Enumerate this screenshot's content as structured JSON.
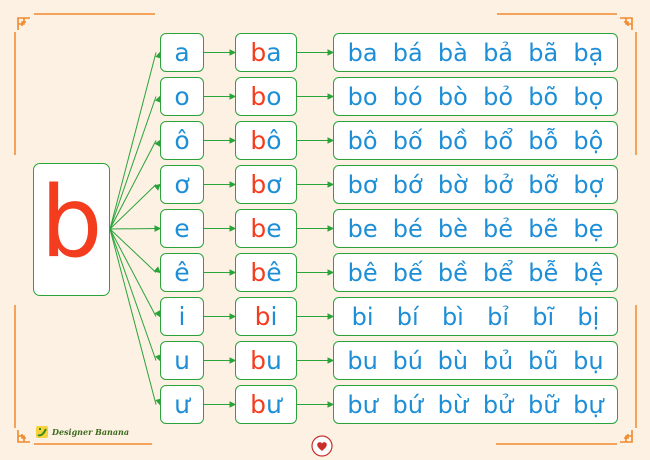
{
  "consonant": "b",
  "rows": [
    {
      "vowel": "a",
      "syllable": "ba",
      "tones": [
        "ba",
        "bá",
        "bà",
        "bả",
        "bã",
        "bạ"
      ]
    },
    {
      "vowel": "o",
      "syllable": "bo",
      "tones": [
        "bo",
        "bó",
        "bò",
        "bỏ",
        "bõ",
        "bọ"
      ]
    },
    {
      "vowel": "ô",
      "syllable": "bô",
      "tones": [
        "bô",
        "bố",
        "bồ",
        "bổ",
        "bỗ",
        "bộ"
      ]
    },
    {
      "vowel": "ơ",
      "syllable": "bơ",
      "tones": [
        "bơ",
        "bớ",
        "bờ",
        "bở",
        "bỡ",
        "bợ"
      ]
    },
    {
      "vowel": "e",
      "syllable": "be",
      "tones": [
        "be",
        "bé",
        "bè",
        "bẻ",
        "bẽ",
        "bẹ"
      ]
    },
    {
      "vowel": "ê",
      "syllable": "bê",
      "tones": [
        "bê",
        "bế",
        "bề",
        "bể",
        "bễ",
        "bệ"
      ]
    },
    {
      "vowel": "i",
      "syllable": "bi",
      "tones": [
        "bi",
        "bí",
        "bì",
        "bỉ",
        "bĩ",
        "bị"
      ]
    },
    {
      "vowel": "u",
      "syllable": "bu",
      "tones": [
        "bu",
        "bú",
        "bù",
        "bủ",
        "bũ",
        "bụ"
      ]
    },
    {
      "vowel": "ư",
      "syllable": "bư",
      "tones": [
        "bư",
        "bứ",
        "bừ",
        "bử",
        "bữ",
        "bự"
      ]
    }
  ],
  "logo": {
    "text": "Designer Banana",
    "icon": "banana-logo-icon"
  },
  "emblem": {
    "icon": "heart-emblem-icon"
  },
  "colors": {
    "background": "#fcf1e2",
    "frame": "#f08a2c",
    "box_border": "#2aa33b",
    "consonant": "#f43d1f",
    "vowel": "#1e8fd6"
  }
}
